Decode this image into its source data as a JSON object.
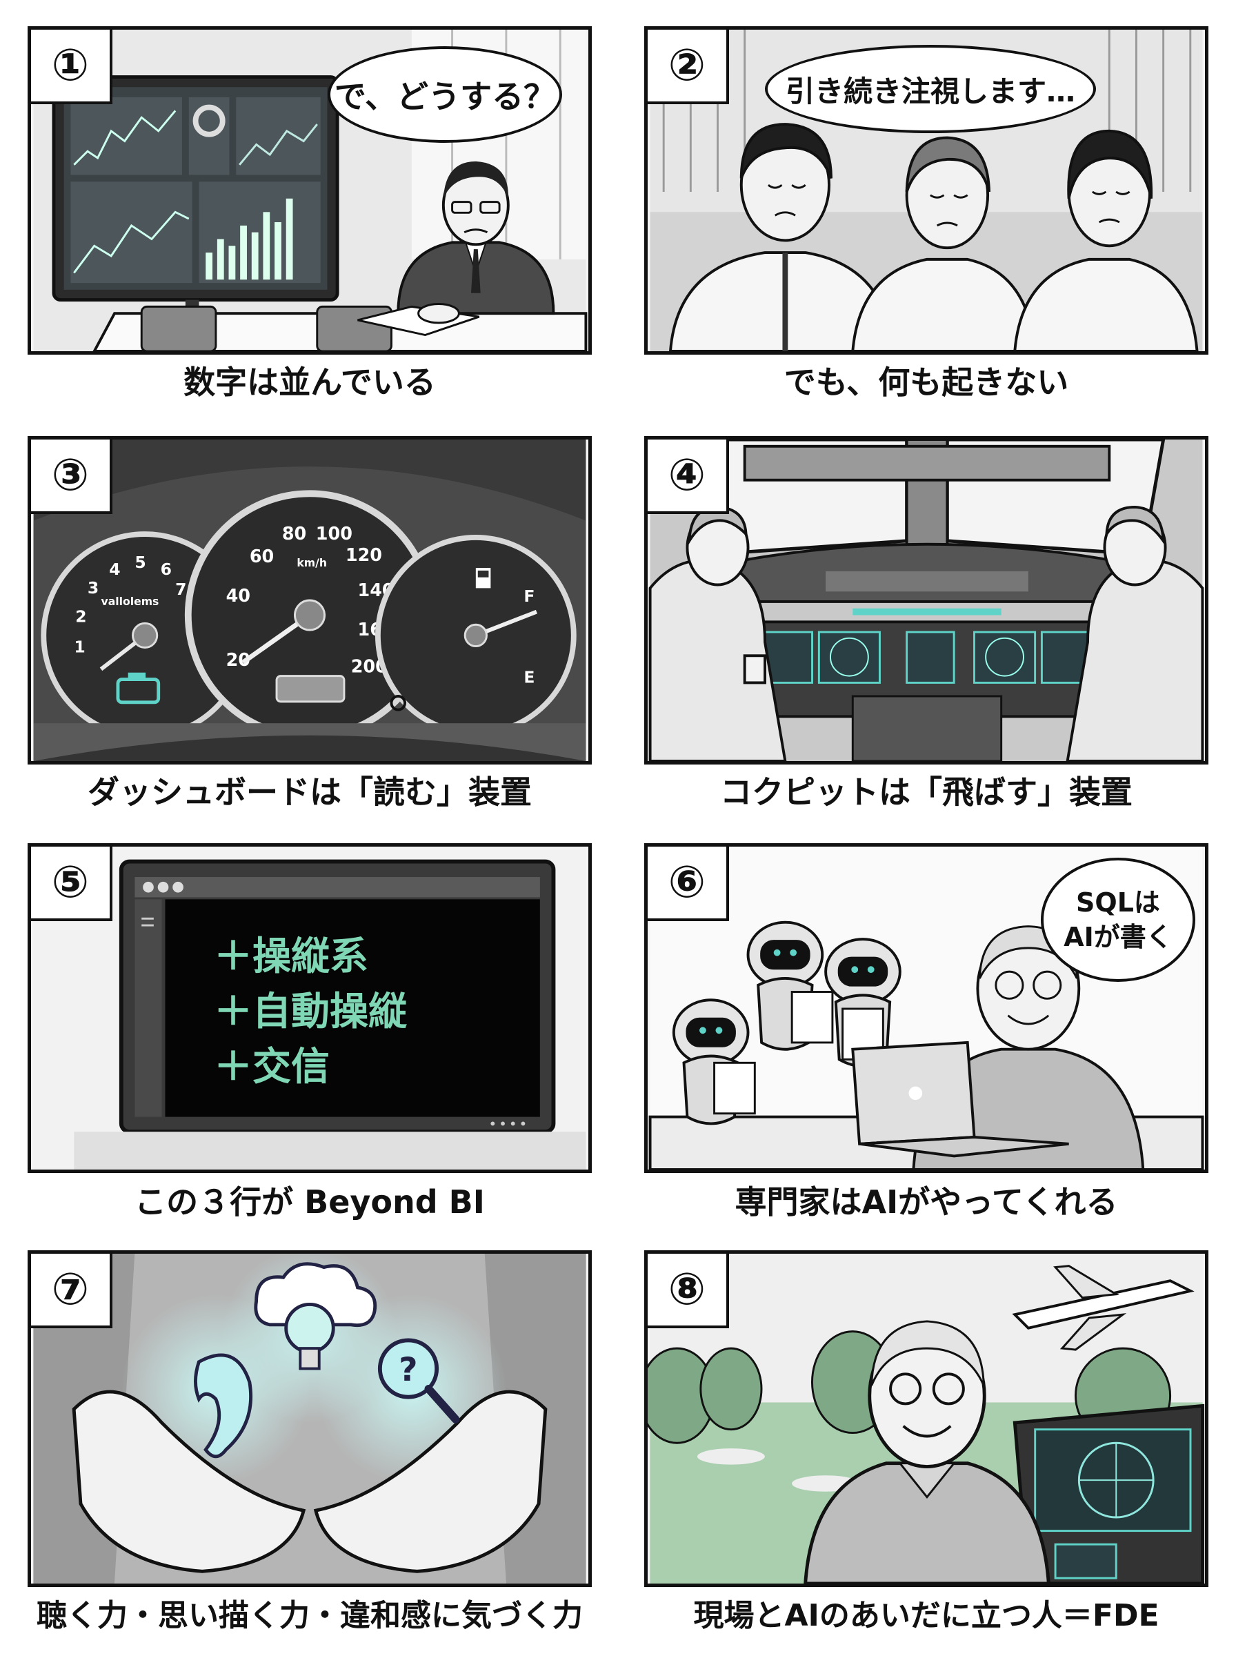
{
  "panels": [
    {
      "number": "①",
      "caption": "数字は並んでいる",
      "speech": "で、どうする？"
    },
    {
      "number": "②",
      "caption": "でも、何も起きない",
      "speech": "引き続き注視します…"
    },
    {
      "number": "③",
      "caption": "ダッシュボードは「読む」装置",
      "tach_ticks": [
        "1",
        "2",
        "3",
        "4",
        "5",
        "6",
        "7"
      ],
      "tach_brand": "vallolems",
      "speed_ticks": [
        "20",
        "40",
        "60",
        "80",
        "100",
        "120",
        "140",
        "160",
        "200"
      ],
      "speed_unit": "km/h",
      "fuel_ticks": [
        "F",
        "E"
      ]
    },
    {
      "number": "④",
      "caption": "コクピットは「飛ばす」装置"
    },
    {
      "number": "⑤",
      "caption": "この３行が Beyond BI",
      "screen_lines": [
        "＋操縦系",
        "＋自動操縦",
        "＋交信"
      ]
    },
    {
      "number": "⑥",
      "caption": "専門家はAIがやってくれる",
      "speech_line1": "SQLは",
      "speech_line2": "AIが書く"
    },
    {
      "number": "⑦",
      "caption": "聴く力・思い描く力・違和感に気づく力"
    },
    {
      "number": "⑧",
      "caption": "現場とAIのあいだに立つ人＝FDE"
    }
  ],
  "icons": [
    "ear-icon",
    "lightbulb-cloud-icon",
    "question-magnifier-icon",
    "check-engine-icon",
    "fuel-pump-icon",
    "airplane-icon",
    "robot-icon",
    "laptop-icon"
  ],
  "colors": {
    "ink": "#111111",
    "accent_teal": "#5fd3c8",
    "screen_text": "#7fd7b5",
    "grass": "#9fc7a4"
  }
}
